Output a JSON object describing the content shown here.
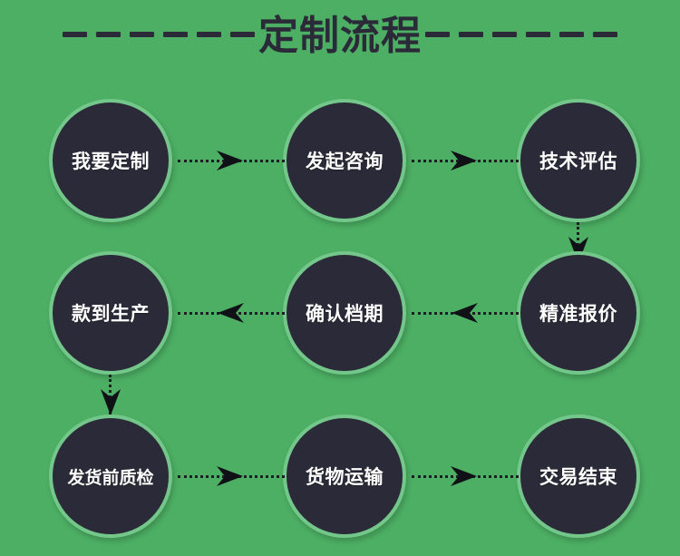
{
  "page": {
    "background_color": "#4CAF63",
    "node_fill_color": "#2B2A38",
    "node_ring_color": "#74C78A",
    "node_text_color": "#FFFFFF",
    "connector_color": "#1E1D26"
  },
  "title": {
    "text": "定制流程",
    "left_dash_count": 6,
    "right_dash_count": 6
  },
  "flow": {
    "nodes": [
      {
        "id": "n1",
        "label": "我要定制",
        "row": 1,
        "col": 1
      },
      {
        "id": "n2",
        "label": "发起咨询",
        "row": 1,
        "col": 2
      },
      {
        "id": "n3",
        "label": "技术评估",
        "row": 1,
        "col": 3
      },
      {
        "id": "n4",
        "label": "款到生产",
        "row": 2,
        "col": 1
      },
      {
        "id": "n5",
        "label": "确认档期",
        "row": 2,
        "col": 2
      },
      {
        "id": "n6",
        "label": "精准报价",
        "row": 2,
        "col": 3
      },
      {
        "id": "n7",
        "label": "发货前质检",
        "row": 3,
        "col": 1
      },
      {
        "id": "n8",
        "label": "货物运输",
        "row": 3,
        "col": 2
      },
      {
        "id": "n9",
        "label": "交易结束",
        "row": 3,
        "col": 3
      }
    ],
    "connectors": [
      {
        "id": "c1",
        "from": "n1",
        "to": "n2",
        "direction": "right"
      },
      {
        "id": "c2",
        "from": "n2",
        "to": "n3",
        "direction": "right"
      },
      {
        "id": "c3",
        "from": "n3",
        "to": "n6",
        "direction": "down"
      },
      {
        "id": "c4",
        "from": "n6",
        "to": "n5",
        "direction": "left"
      },
      {
        "id": "c5",
        "from": "n5",
        "to": "n4",
        "direction": "left"
      },
      {
        "id": "c6",
        "from": "n4",
        "to": "n7",
        "direction": "down"
      },
      {
        "id": "c7",
        "from": "n7",
        "to": "n8",
        "direction": "right"
      },
      {
        "id": "c8",
        "from": "n8",
        "to": "n9",
        "direction": "right"
      }
    ]
  }
}
